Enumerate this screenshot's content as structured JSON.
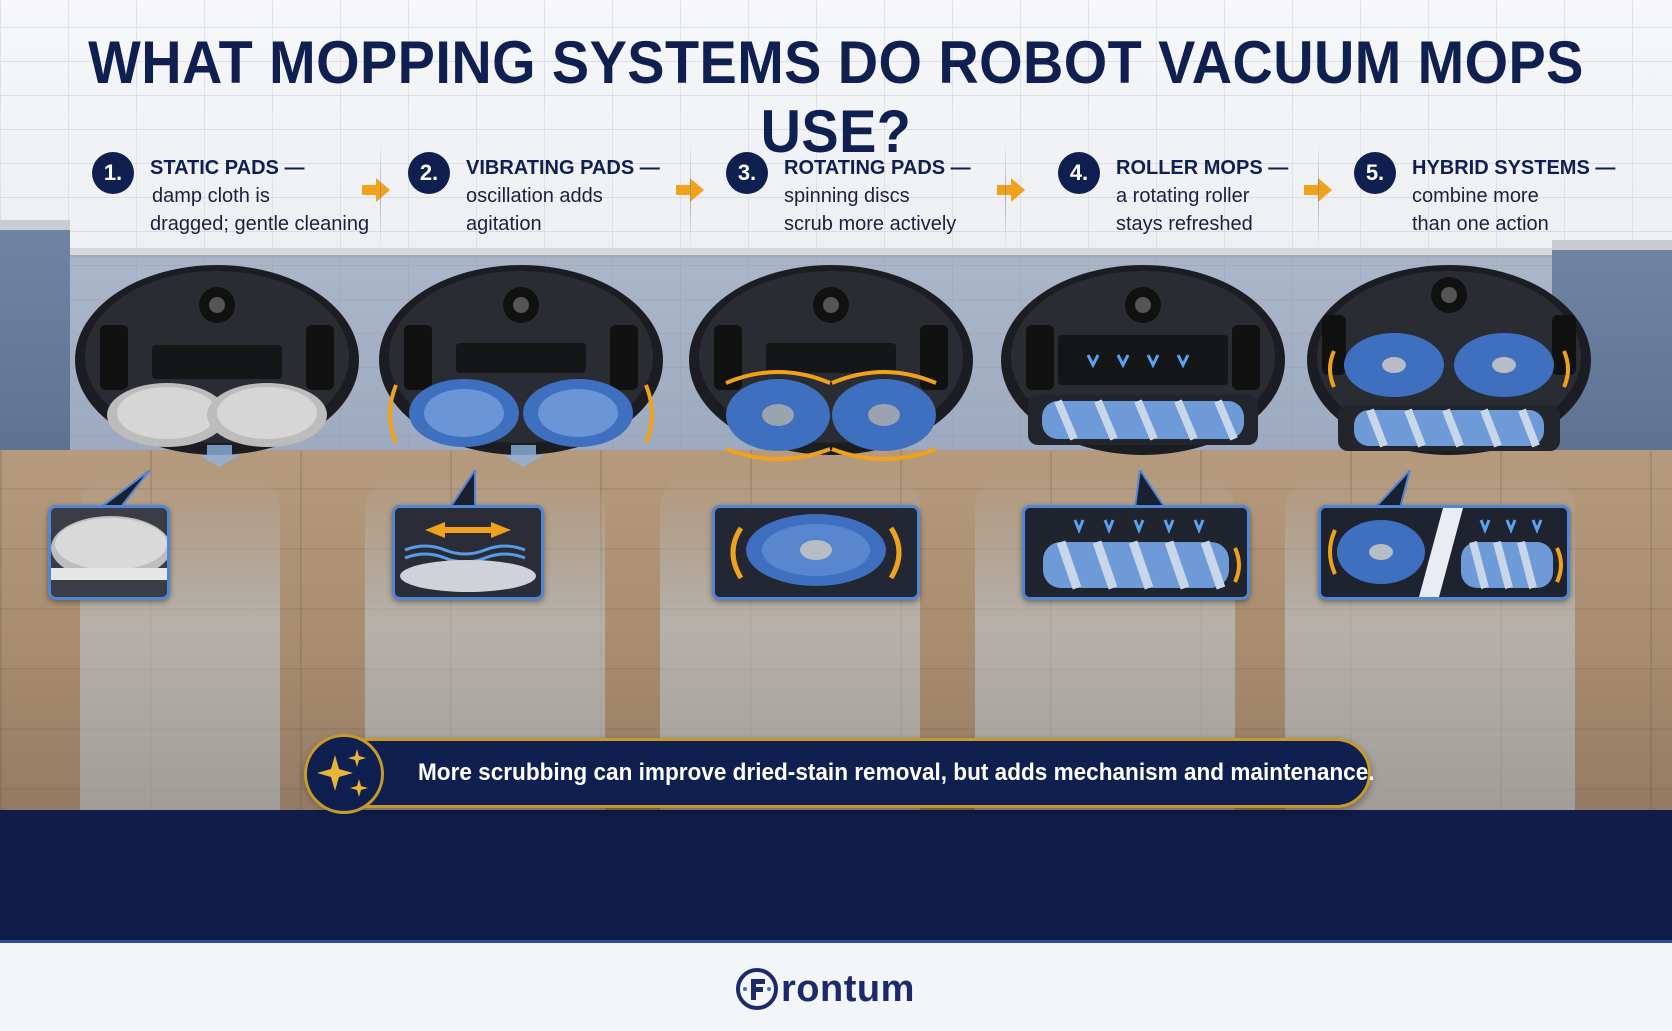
{
  "title": "WHAT MOPPING SYSTEMS DO ROBOT VACUUM MOPS USE?",
  "steps": [
    {
      "number": "1.",
      "heading": "STATIC PADS —",
      "line1": "damp cloth is",
      "line2": "dragged; gentle cleaning",
      "icon": "static-pad"
    },
    {
      "number": "2.",
      "heading": "VIBRATING PADS —",
      "line1": "oscillation adds",
      "line2": "agitation",
      "icon": "vibrating-pad"
    },
    {
      "number": "3.",
      "heading": "ROTATING PADS —",
      "line1": "spinning discs",
      "line2": "scrub more actively",
      "icon": "rotating-pad"
    },
    {
      "number": "4.",
      "heading": "ROLLER MOPS —",
      "line1": "a rotating roller",
      "line2": "stays refreshed",
      "icon": "roller-mop"
    },
    {
      "number": "5.",
      "heading": "HYBRID SYSTEMS —",
      "line1": "combine more",
      "line2": "than one action",
      "icon": "hybrid-mop"
    }
  ],
  "callout": {
    "text": "More scrubbing can improve dried-stain removal, but adds mechanism and maintenance.",
    "icon": "sparkle-icon"
  },
  "brand": {
    "name": "rontum",
    "logo_letter": "F"
  },
  "colors": {
    "navy": "#0f1f4f",
    "gold": "#c79a2e",
    "arrow": "#f0a21a",
    "accent_blue": "#4f86d6"
  }
}
